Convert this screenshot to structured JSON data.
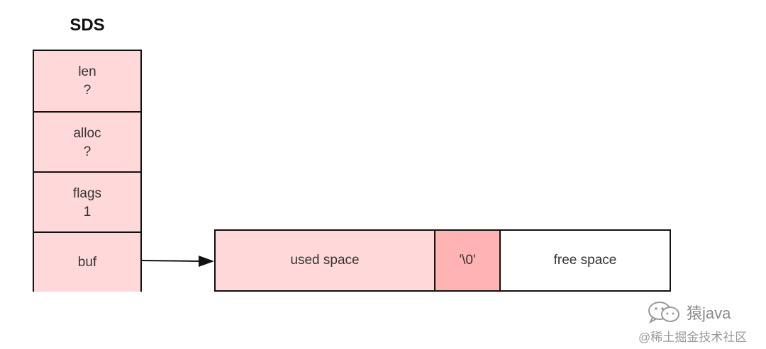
{
  "title": "SDS",
  "fields": [
    {
      "name": "len",
      "value": "?"
    },
    {
      "name": "alloc",
      "value": "?"
    },
    {
      "name": "flags",
      "value": "1"
    },
    {
      "name": "buf",
      "value": ""
    }
  ],
  "buffer": {
    "used": "used space",
    "terminator": "'\\0'",
    "free": "free space"
  },
  "watermark": {
    "brand": "猿java",
    "site": "@稀土掘金技术社区",
    "icon": "wechat-icon"
  },
  "colors": {
    "field_fill": "#ffd9d9",
    "terminator_fill": "#ffb3b3",
    "border": "#111111"
  }
}
